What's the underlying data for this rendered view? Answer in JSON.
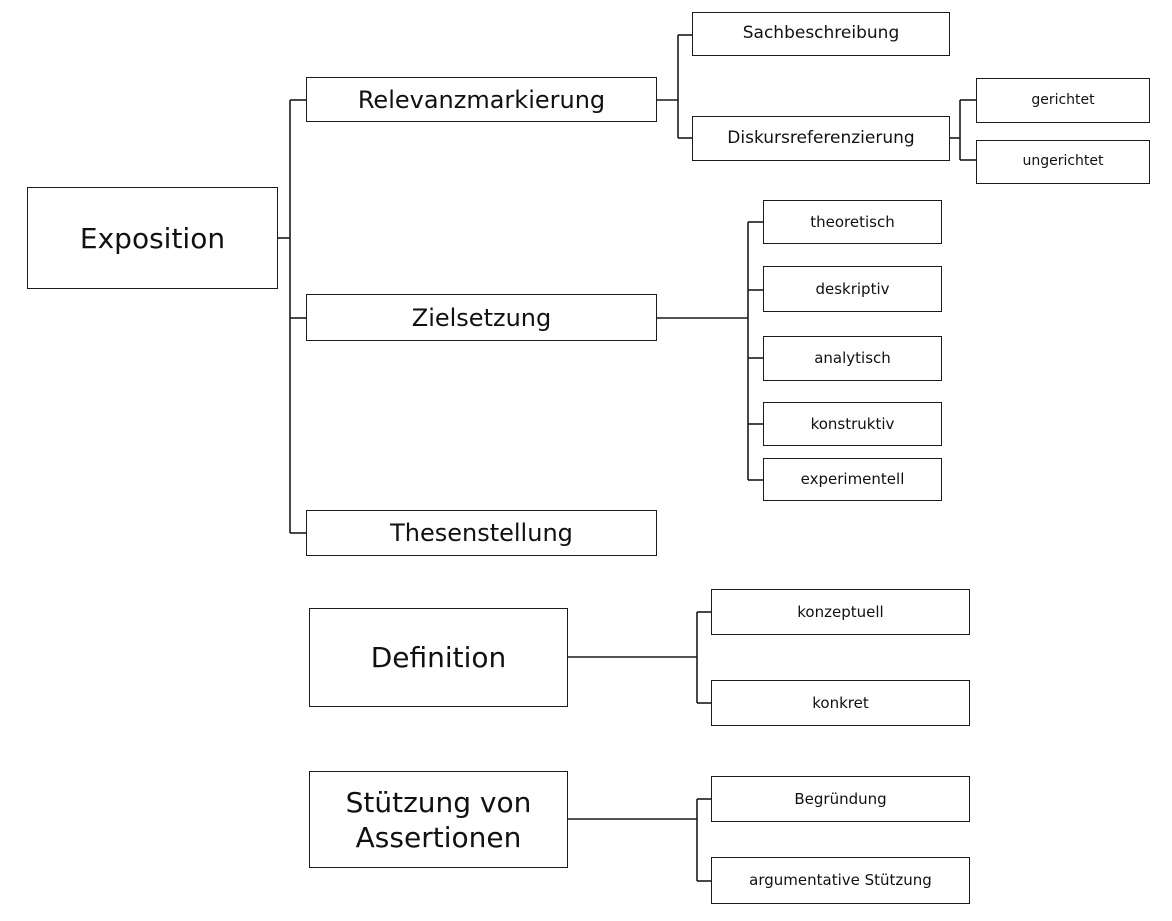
{
  "nodes": {
    "exposition": "Exposition",
    "relevanzmarkierung": "Relevanzmarkierung",
    "sachbeschreibung": "Sachbeschreibung",
    "diskursreferenzierung": "Diskursreferenzierung",
    "gerichtet": "gerichtet",
    "ungerichtet": "ungerichtet",
    "zielsetzung": "Zielsetzung",
    "theoretisch": "theoretisch",
    "deskriptiv": "deskriptiv",
    "analytisch": "analytisch",
    "konstruktiv": "konstruktiv",
    "experimentell": "experimentell",
    "thesenstellung": "Thesenstellung",
    "definition": "Definition",
    "konzeptuell": "konzeptuell",
    "konkret": "konkret",
    "stuetzung": "Stützung von Assertionen",
    "begruendung": "Begründung",
    "argumentative": "argumentative Stützung"
  }
}
